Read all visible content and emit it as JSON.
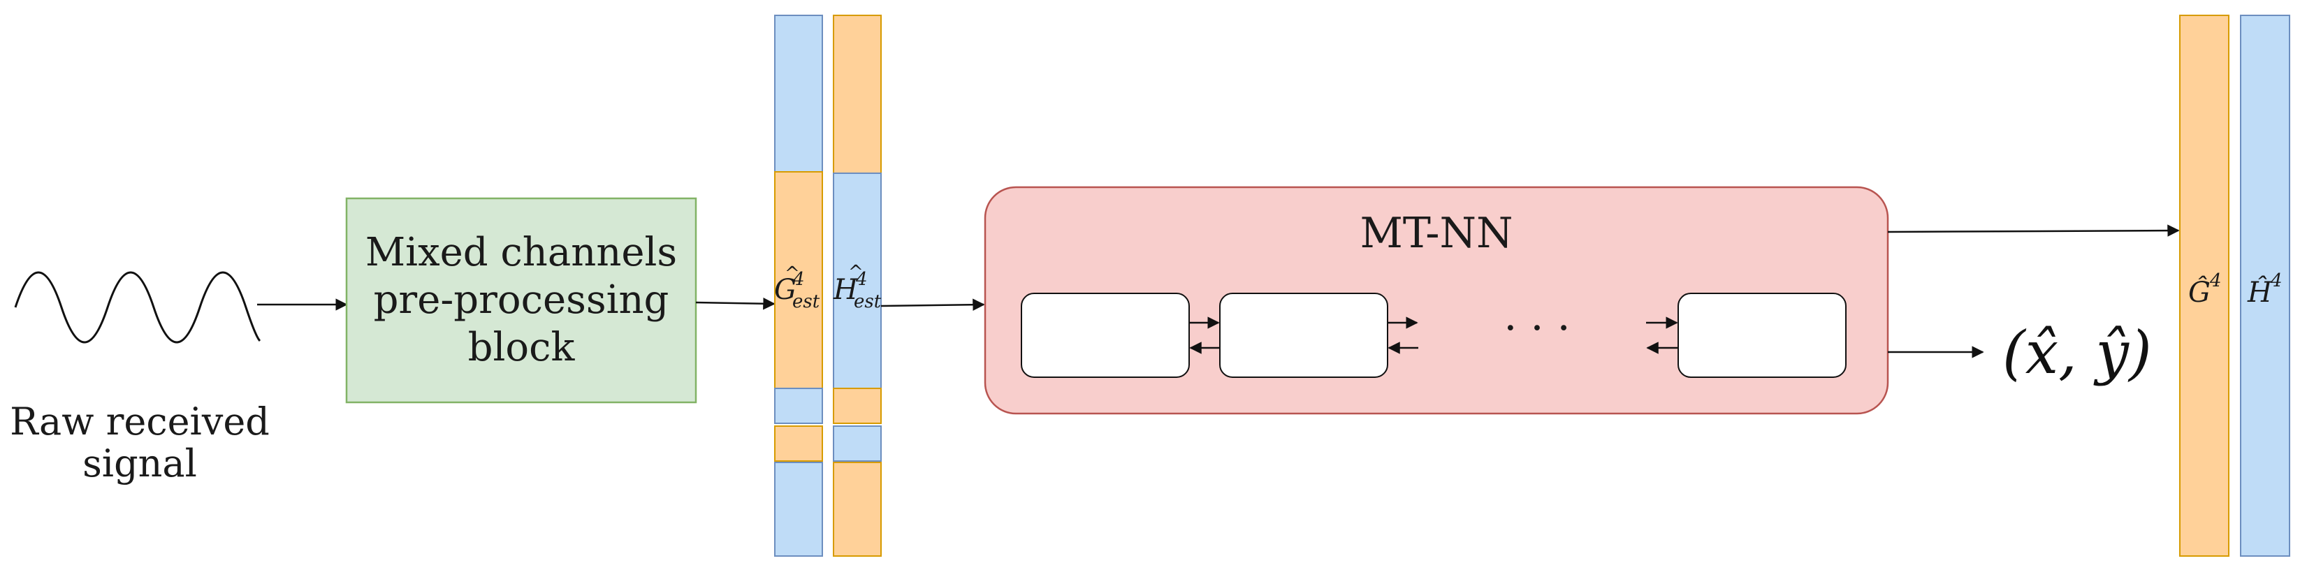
{
  "input": {
    "label_line1": "Raw received",
    "label_line2": "signal"
  },
  "preprocess": {
    "line1": "Mixed channels",
    "line2": "pre-processing",
    "line3": "block"
  },
  "est_vectors": {
    "g": {
      "base": "G",
      "sup": "4",
      "sub": "est"
    },
    "h": {
      "base": "H",
      "sup": "4",
      "sub": "est"
    }
  },
  "mtnn": {
    "title": "MT-NN",
    "ellipsis": "· · ·"
  },
  "output": {
    "xy": "(x̂, ŷ)"
  },
  "final_vectors": {
    "g": {
      "base": "Ĝ",
      "sup": "4"
    },
    "h": {
      "base": "Ĥ",
      "sup": "4"
    }
  },
  "colors": {
    "blue": "#bfdcf7",
    "blue_stroke": "#6c8ebf",
    "orange": "#ffd199",
    "orange_stroke": "#d79b00",
    "green": "#d5e8d4",
    "green_stroke": "#82b366",
    "pink": "#f8cecc",
    "pink_stroke": "#b85450"
  }
}
